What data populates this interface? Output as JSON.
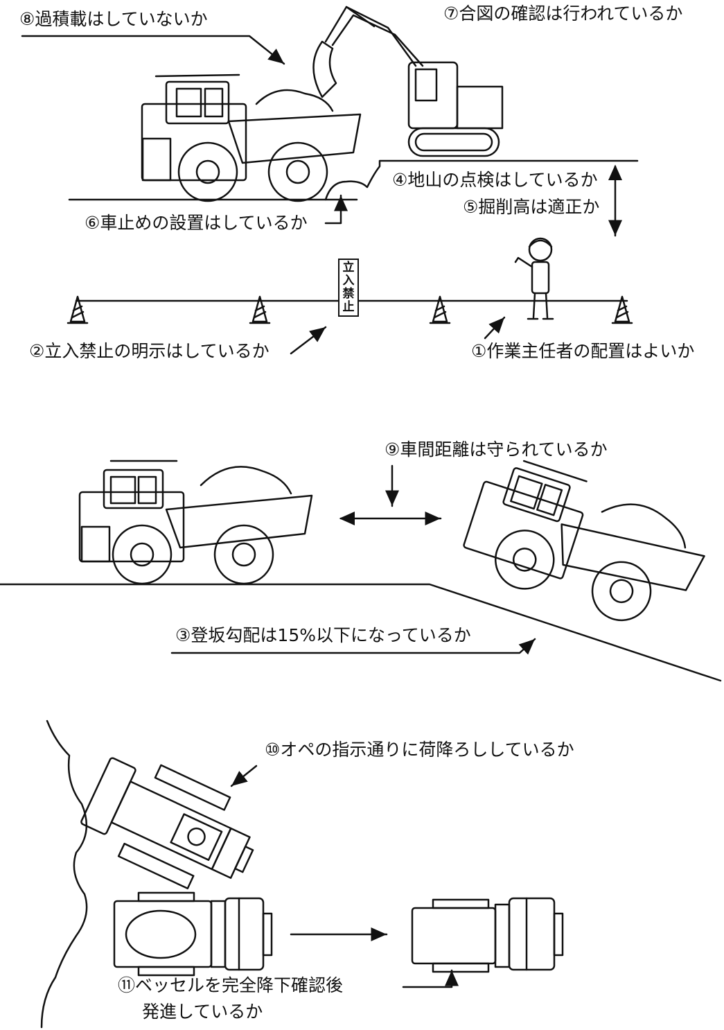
{
  "labels": {
    "overload": "⑧過積載はしていないか",
    "signal": "⑦合図の確認は行われているか",
    "ground": "④地山の点検はしているか",
    "dig_height": "⑤掘削高は適正か",
    "wheel_stop": "⑥車止めの設置はしているか",
    "no_entry_display": "②立入禁止の明示はしているか",
    "supervisor": "①作業主任者の配置はよいか",
    "distance": "⑨車間距離は守られているか",
    "grade": "③登坂勾配は15%以下になっているか",
    "unload": "⑩オペの指示通りに荷降ろししているか",
    "vessel_line1": "⑪ベッセルを完全降下確認後",
    "vessel_line2": "発進しているか"
  },
  "sign": {
    "chars": [
      "立",
      "入",
      "禁",
      "止"
    ]
  }
}
